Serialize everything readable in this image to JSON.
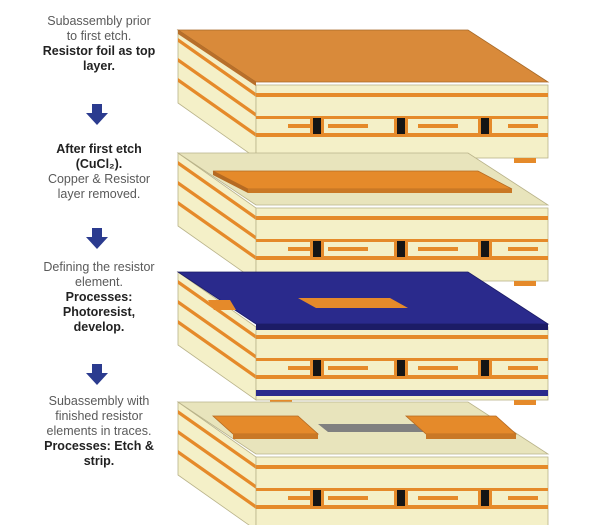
{
  "steps": [
    {
      "lines": [
        {
          "text": "Subassembly prior",
          "bold": false
        },
        {
          "text": "to first etch.",
          "bold": false
        },
        {
          "text": "Resistor foil as top",
          "bold": true
        },
        {
          "text": "layer.",
          "bold": true
        }
      ]
    },
    {
      "lines": [
        {
          "text": "After first etch",
          "bold": true
        },
        {
          "text": "(CuCl₂).",
          "bold": true
        },
        {
          "text": "Copper & Resistor",
          "bold": false
        },
        {
          "text": "layer removed.",
          "bold": false
        }
      ]
    },
    {
      "lines": [
        {
          "text": "Defining the resistor",
          "bold": false
        },
        {
          "text": "element.",
          "bold": false
        },
        {
          "text": "Processes:",
          "bold": true
        },
        {
          "text": "Photoresist,",
          "bold": true
        },
        {
          "text": "develop.",
          "bold": true
        }
      ]
    },
    {
      "lines": [
        {
          "text": "Subassembly with",
          "bold": false
        },
        {
          "text": "finished resistor",
          "bold": false
        },
        {
          "text": "elements in traces.",
          "bold": false
        },
        {
          "text": "Processes: Etch &",
          "bold": true
        },
        {
          "text": "strip.",
          "bold": true
        }
      ]
    }
  ],
  "colors": {
    "copper": "#e58a2a",
    "copper_top": "#d98a3a",
    "laminate": "#f4f0c8",
    "laminate_dark": "#c9c39a",
    "photoresist": "#2a2a8c",
    "resistor": "#808080",
    "arrow": "#2b3b8f",
    "via": "#151515"
  }
}
